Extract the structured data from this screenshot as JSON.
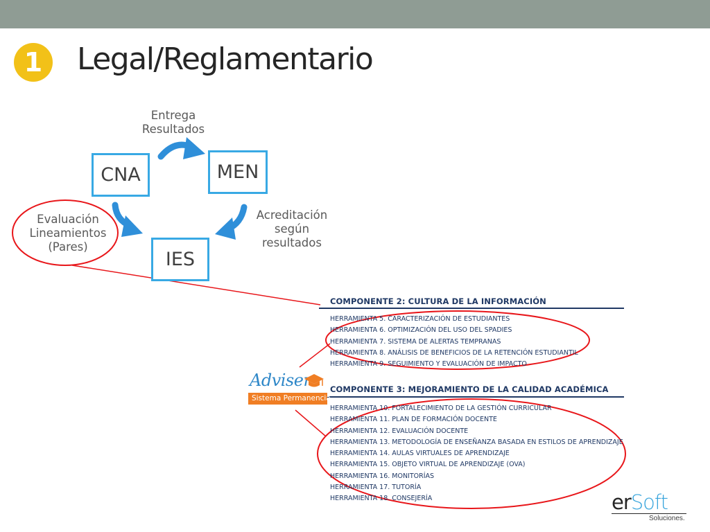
{
  "slide": {
    "title_number": "1",
    "title": "Legal/Reglamentario"
  },
  "diagram": {
    "nodes": {
      "cna": "CNA",
      "men": "MEN",
      "ies": "IES"
    },
    "labels": {
      "entrega": [
        "Entrega",
        "Resultados"
      ],
      "acreditacion": [
        "Acreditación",
        "según",
        "resultados"
      ],
      "evaluacion": [
        "Evaluación",
        "Lineamientos",
        "(Pares)"
      ]
    },
    "arrow_color": "#2f8fd9",
    "node_border_color": "#38a9e4",
    "highlight_color": "#e8161a"
  },
  "document": {
    "component2": {
      "heading": "COMPONENTE 2: CULTURA DE LA INFORMACIÓN",
      "tools": [
        "HERRAMIENTA 5. CARACTERIZACIÓN DE ESTUDIANTES",
        "HERRAMIENTA 6. OPTIMIZACIÓN DEL USO DEL SPADIES",
        "HERRAMIENTA 7. SISTEMA DE ALERTAS TEMPRANAS",
        "HERRAMIENTA 8. ANÁLISIS DE BENEFICIOS DE LA RETENCIÓN ESTUDIANTIL",
        "HERRAMIENTA 9. SEGUIMIENTO Y EVALUACIÓN DE IMPACTO"
      ]
    },
    "component3": {
      "heading": "COMPONENTE 3: MEJORAMIENTO DE LA CALIDAD ACADÉMICA",
      "tools": [
        "HERRAMIENTA 10. FORTALECIMIENTO DE LA GESTIÓN CURRICULAR",
        "HERRAMIENTA 11. PLAN DE FORMACIÓN DOCENTE",
        "HERRAMIENTA 12. EVALUACIÓN DOCENTE",
        "HERRAMIENTA 13. METODOLOGÍA DE ENSEÑANZA BASADA EN ESTILOS DE APRENDIZAJE",
        "HERRAMIENTA 14. AULAS VIRTUALES DE APRENDIZAJE",
        "HERRAMIENTA 15. OBJETO VIRTUAL DE APRENDIZAJE (OVA)",
        "HERRAMIENTA 16. MONITORÍAS",
        "HERRAMIENTA 17. TUTORÍA",
        "HERRAMIENTA 18. CONSEJERÍA"
      ]
    }
  },
  "adviser_logo": {
    "name": "Adviser",
    "tag_part1": "Sistema",
    "tag_part2": "Permanencia",
    "icon": "graduation-cap-icon"
  },
  "brand": {
    "part1": "er",
    "part2": "Soft",
    "subtitle": "Soluciones."
  },
  "colors": {
    "top_bar": "#8f9c94",
    "title_bullet": "#f2c118",
    "doc_text": "#1f3864",
    "adviser_orange": "#f07e24",
    "adviser_blue": "#2e87c8"
  }
}
